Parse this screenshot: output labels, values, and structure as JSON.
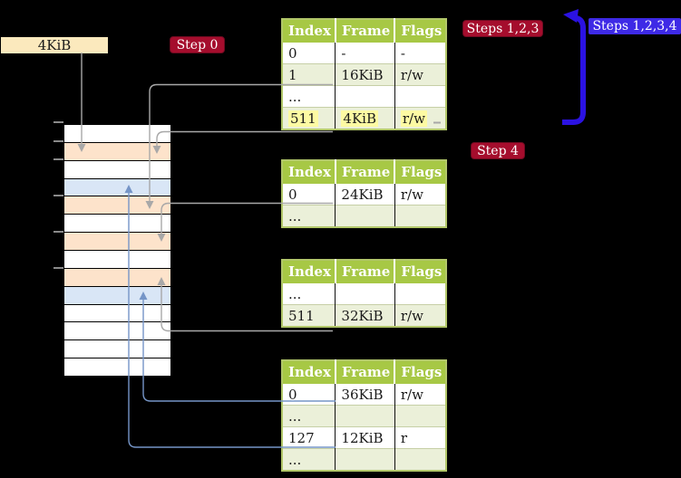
{
  "colors": {
    "background": "#000000",
    "badge_red_fill": "#a50d2d",
    "badge_red_border": "#6e0a20",
    "badge_blue_fill": "#3e2ae6",
    "thick_arrow_blue": "#2b12e2",
    "connector_gray": "#a8a8a8",
    "connector_blue": "#7595c7",
    "table_header_green": "#a7c845",
    "table_alt_row": "#ebf0d9",
    "table_border": "#b2c76a",
    "row_separator": "#c6cfa6",
    "highlight_yellow": "#fdfaa3",
    "memory_orange": "#fde3cb",
    "memory_blue": "#d9e6f6",
    "cr3_box_fill": "#fbe9bd"
  },
  "labels": {
    "cr3": "4KiB",
    "step0": "Step 0",
    "steps123": "Steps 1,2,3",
    "steps1234": "Steps 1,2,3,4",
    "step4": "Step 4"
  },
  "tables": [
    {
      "name": "page-table-level-4",
      "headers": [
        "Index",
        "Frame",
        "Flags"
      ],
      "rows": [
        {
          "cells": [
            "0",
            "-",
            "-"
          ],
          "alt": false,
          "highlight": false
        },
        {
          "cells": [
            "1",
            "16KiB",
            "r/w"
          ],
          "alt": true,
          "highlight": false
        },
        {
          "cells": [
            "...",
            "",
            ""
          ],
          "alt": false,
          "highlight": false
        },
        {
          "cells": [
            "511",
            "4KiB",
            "r/w"
          ],
          "alt": true,
          "highlight": true
        }
      ]
    },
    {
      "name": "page-table-level-3",
      "headers": [
        "Index",
        "Frame",
        "Flags"
      ],
      "rows": [
        {
          "cells": [
            "0",
            "24KiB",
            "r/w"
          ],
          "alt": false,
          "highlight": false
        },
        {
          "cells": [
            "...",
            "",
            ""
          ],
          "alt": true,
          "highlight": false
        }
      ]
    },
    {
      "name": "page-table-level-2",
      "headers": [
        "Index",
        "Frame",
        "Flags"
      ],
      "rows": [
        {
          "cells": [
            "...",
            "",
            ""
          ],
          "alt": false,
          "highlight": false
        },
        {
          "cells": [
            "511",
            "32KiB",
            "r/w"
          ],
          "alt": true,
          "highlight": false
        }
      ]
    },
    {
      "name": "page-table-level-1",
      "headers": [
        "Index",
        "Frame",
        "Flags"
      ],
      "rows": [
        {
          "cells": [
            "0",
            "36KiB",
            "r/w"
          ],
          "alt": false,
          "highlight": false
        },
        {
          "cells": [
            "...",
            "",
            ""
          ],
          "alt": true,
          "highlight": false
        },
        {
          "cells": [
            "127",
            "12KiB",
            "r"
          ],
          "alt": false,
          "highlight": false
        },
        {
          "cells": [
            "...",
            "",
            ""
          ],
          "alt": true,
          "highlight": false
        }
      ]
    }
  ],
  "memory": {
    "row_colors": [
      "white",
      "orange",
      "white",
      "blue",
      "orange",
      "white",
      "orange",
      "white",
      "orange",
      "blue",
      "white",
      "white",
      "white",
      "white"
    ],
    "tick_ys": [
      134,
      155,
      175,
      215,
      255,
      295
    ]
  }
}
